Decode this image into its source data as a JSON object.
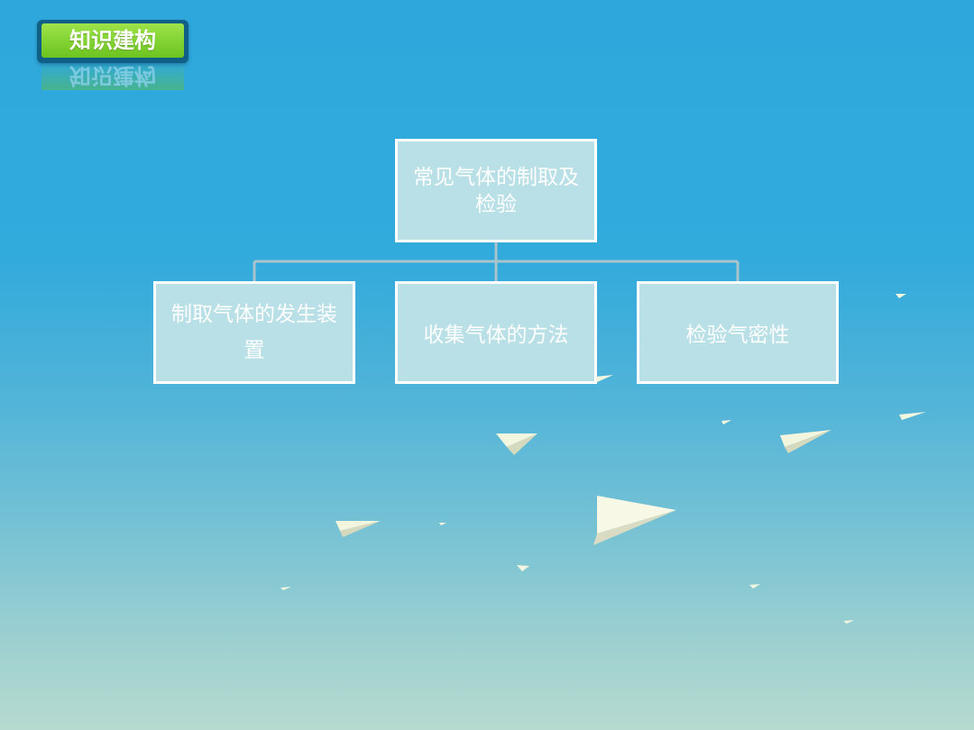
{
  "section_tag": {
    "label": "知识建构"
  },
  "diagram": {
    "root": "常见气体的制取及检验",
    "children": [
      "制取气体的发生装置",
      "收集气体的方法",
      "检验气密性"
    ]
  },
  "colors": {
    "tag_green": "#6cc41f",
    "tag_frame": "#0f5f86",
    "box_fill": "#b9e0e7",
    "connector": "#a9c4cc",
    "plane": "#f3f6de"
  }
}
